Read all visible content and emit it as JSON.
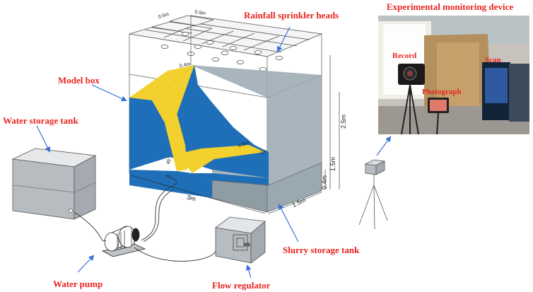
{
  "labels": {
    "rainfall": "Rainfall sprinkler heads",
    "monitoring": "Experimental monitoring device",
    "model_box": "Model box",
    "water_tank": "Water storage tank",
    "water_pump": "Water pump",
    "flow_regulator": "Flow regulator",
    "slurry_tank": "Slurry storage tank"
  },
  "photo_labels": {
    "record": "Record",
    "scan": "Scan",
    "photograph": "Photograph"
  },
  "dimensions": {
    "height_total": "2.5m",
    "height_slope": "1.5m",
    "height_base": "0.4m",
    "length": "3m",
    "width_bottom": "1.5m",
    "top_width": "0.5m",
    "top_small": "0.5m",
    "slope_top": "0.4m",
    "platform_a": "0.5m",
    "platform_b": "1m",
    "angle": "45°"
  },
  "colors": {
    "label_red": "#e8231e",
    "arrow_blue": "#3a6fd8",
    "model_blue": "#1f6fb8",
    "slope_yellow": "#f2d12e",
    "box_grey": "#9aa8b0"
  }
}
